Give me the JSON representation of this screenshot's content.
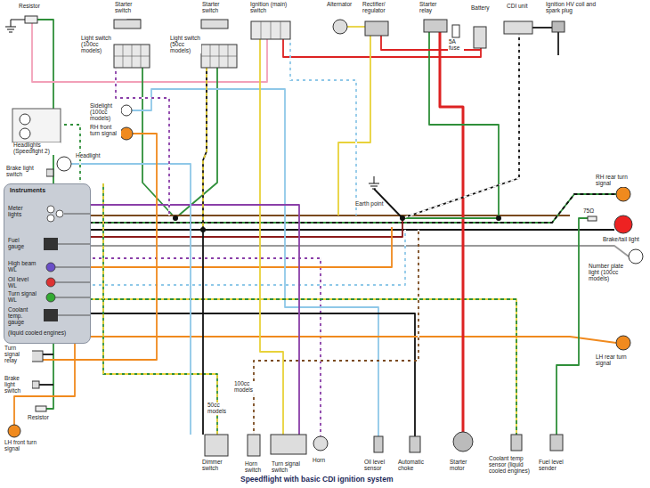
{
  "diagram": {
    "caption": "Speedflight with basic CDI ignition system",
    "nodes": [
      {
        "text": [
          "Instruments",
          "Meter lights",
          "Fuel gauge",
          "High beam WL",
          "Oil level WL",
          "Turn signal WL",
          "Coolant temp. gauge",
          "(liquid cooled engines)"
        ]
      }
    ],
    "labels": [
      "Resistor",
      "Starter switch",
      "Light switch (100cc models)",
      "Starter switch",
      "Light switch (50cc models)",
      "Ignition (main) switch",
      "Alternator",
      "Rectifier/ regulator",
      "Starter relay",
      "Battery",
      "5A fuse",
      "CDI unit",
      "Ignition HV coil and spark plug",
      "Headlights (Speedfight 2)",
      "Sidelight (100cc models)",
      "RH front turn signal",
      "Headlight",
      "Brake light switch",
      "Turn signal relay",
      "Brake light switch",
      "Resistor",
      "LH front turn signal",
      "Earth point",
      "75Ω",
      "100cc models",
      "50cc models",
      "RH rear turn signal",
      "Brake/tail light",
      "Number plate light (100cc models)",
      "LH rear turn signal",
      "Dimmer switch",
      "Horn switch",
      "Turn signal switch",
      "Horn",
      "Oil level sensor",
      "Automatic choke",
      "Starter motor",
      "Coolant temp sensor (liquid cooled engines)",
      "Fuel level sender"
    ]
  }
}
